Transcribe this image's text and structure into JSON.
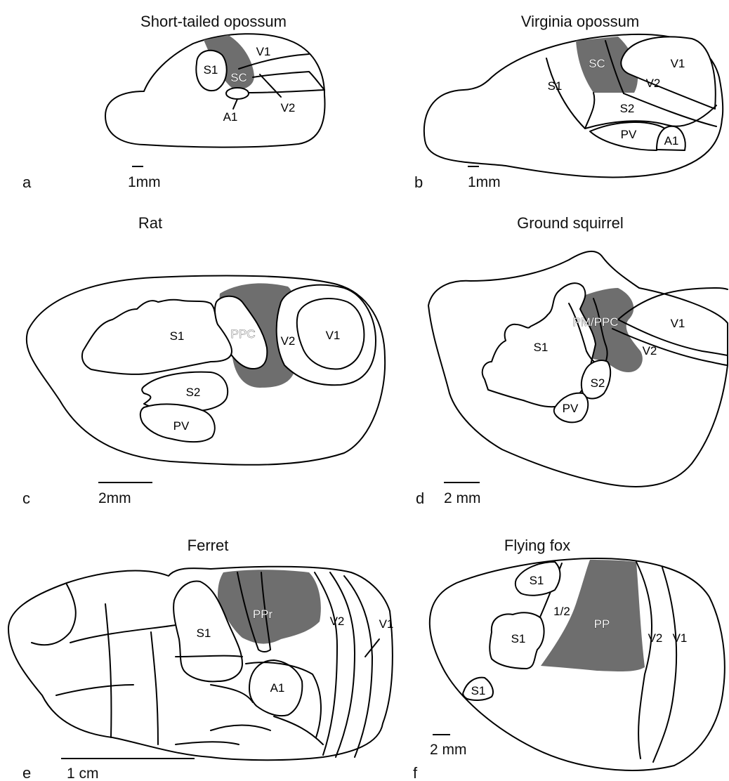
{
  "colors": {
    "shaded_area": "#6e6e6e",
    "outline": "#000000",
    "background": "#ffffff"
  },
  "panels": {
    "a": {
      "letter": "a",
      "title": "Short-tailed opossum",
      "scale": "1mm",
      "labels": {
        "s1": "S1",
        "sc": "SC",
        "v1": "V1",
        "v2": "V2",
        "a1": "A1"
      }
    },
    "b": {
      "letter": "b",
      "title": "Virginia opossum",
      "scale": "1mm",
      "labels": {
        "sc": "SC",
        "v1": "V1",
        "v2": "V2",
        "s1": "S1",
        "s2": "S2",
        "pv": "PV",
        "a1": "A1"
      }
    },
    "c": {
      "letter": "c",
      "title": "Rat",
      "scale": "2mm",
      "labels": {
        "s1": "S1",
        "ppc": "PPC",
        "v2": "V2",
        "v1": "V1",
        "s2": "S2",
        "pv": "PV"
      }
    },
    "d": {
      "letter": "d",
      "title": "Ground squirrel",
      "scale": "2 mm",
      "labels": {
        "pmppc": "PM/PPC",
        "v1": "V1",
        "v2": "V2",
        "s1": "S1",
        "s2": "S2",
        "pv": "PV"
      }
    },
    "e": {
      "letter": "e",
      "title": "Ferret",
      "scale": "1 cm",
      "labels": {
        "s1": "S1",
        "ppr": "PPr",
        "v2": "V2",
        "v1": "V1",
        "a1": "A1"
      }
    },
    "f": {
      "letter": "f",
      "title": "Flying fox",
      "scale": "2 mm",
      "labels": {
        "s1_top": "S1",
        "s1_mid": "S1",
        "s1_low": "S1",
        "half": "1/2",
        "pp": "PP",
        "v2": "V2",
        "v1": "V1"
      }
    }
  }
}
